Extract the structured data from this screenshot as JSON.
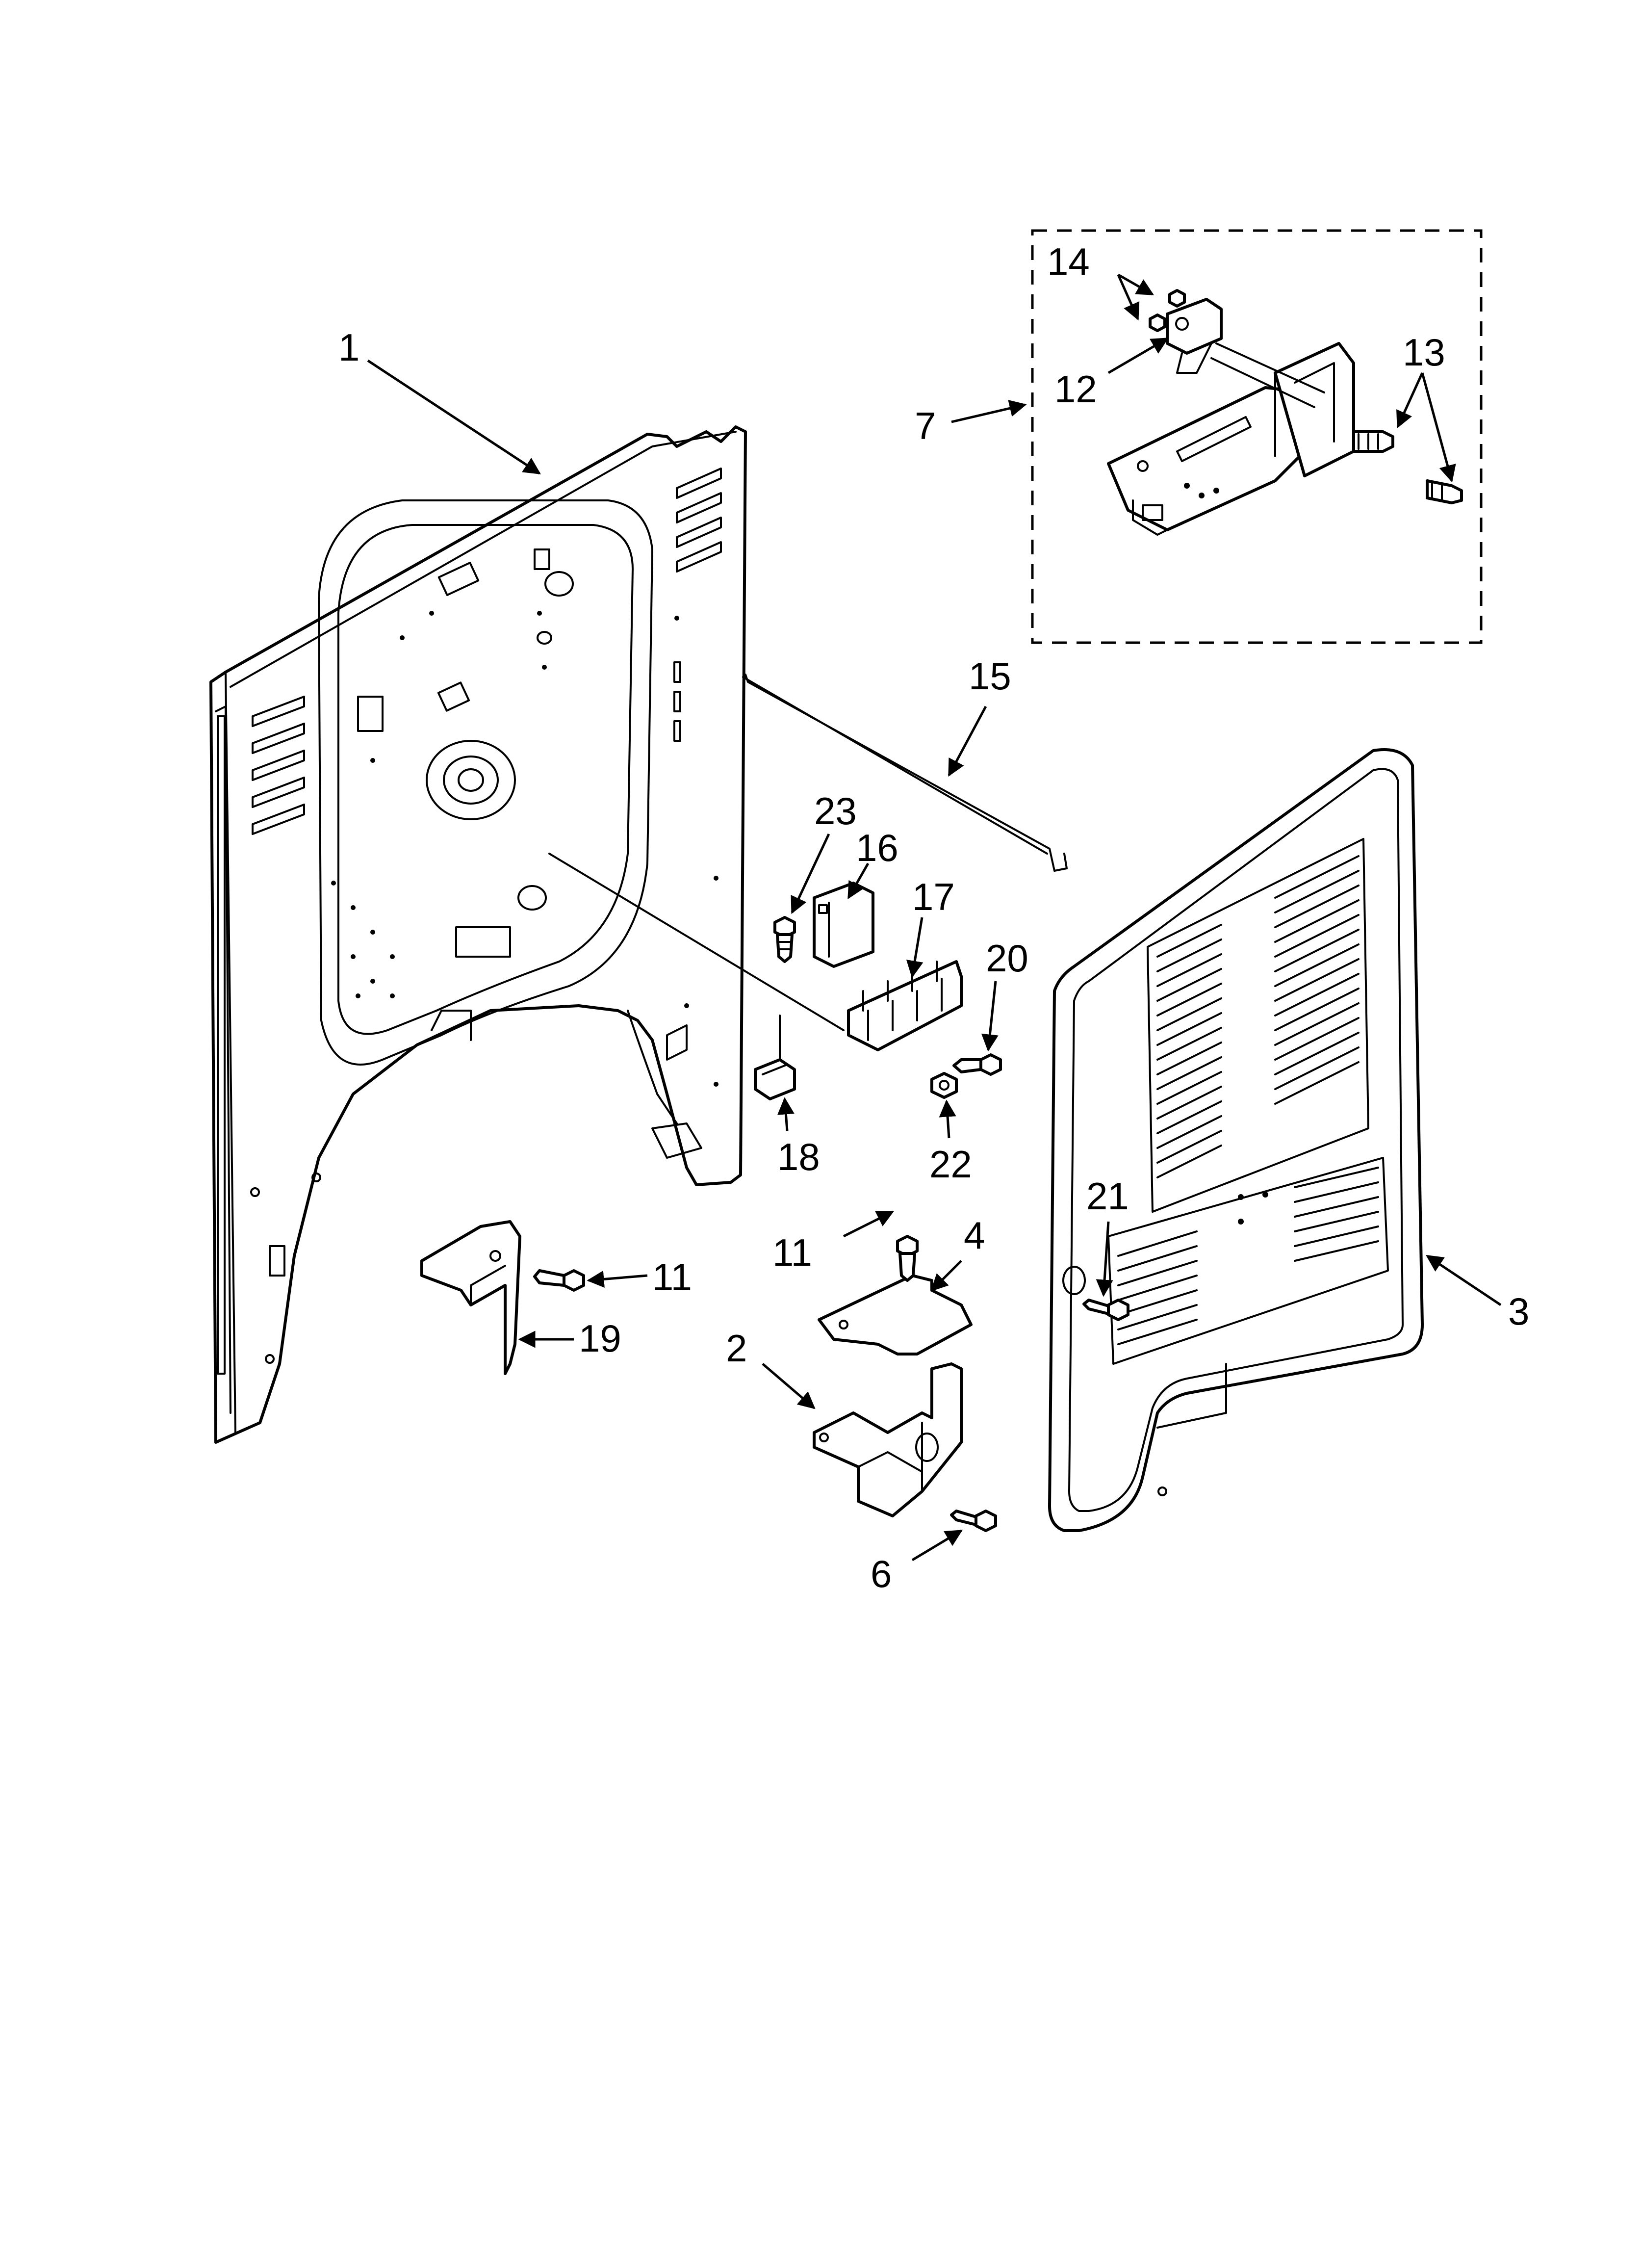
{
  "callouts": [
    {
      "id": "c1",
      "label": "1"
    },
    {
      "id": "c2",
      "label": "2"
    },
    {
      "id": "c3",
      "label": "3"
    },
    {
      "id": "c4",
      "label": "4"
    },
    {
      "id": "c6",
      "label": "6"
    },
    {
      "id": "c7",
      "label": "7"
    },
    {
      "id": "c11a",
      "label": "11"
    },
    {
      "id": "c11b",
      "label": "11"
    },
    {
      "id": "c12",
      "label": "12"
    },
    {
      "id": "c13",
      "label": "13"
    },
    {
      "id": "c14",
      "label": "14"
    },
    {
      "id": "c15",
      "label": "15"
    },
    {
      "id": "c16",
      "label": "16"
    },
    {
      "id": "c17",
      "label": "17"
    },
    {
      "id": "c18",
      "label": "18"
    },
    {
      "id": "c19",
      "label": "19"
    },
    {
      "id": "c20",
      "label": "20"
    },
    {
      "id": "c21",
      "label": "21"
    },
    {
      "id": "c22",
      "label": "22"
    },
    {
      "id": "c23",
      "label": "23"
    }
  ],
  "colors": {
    "line": "#000000",
    "background": "#ffffff"
  }
}
